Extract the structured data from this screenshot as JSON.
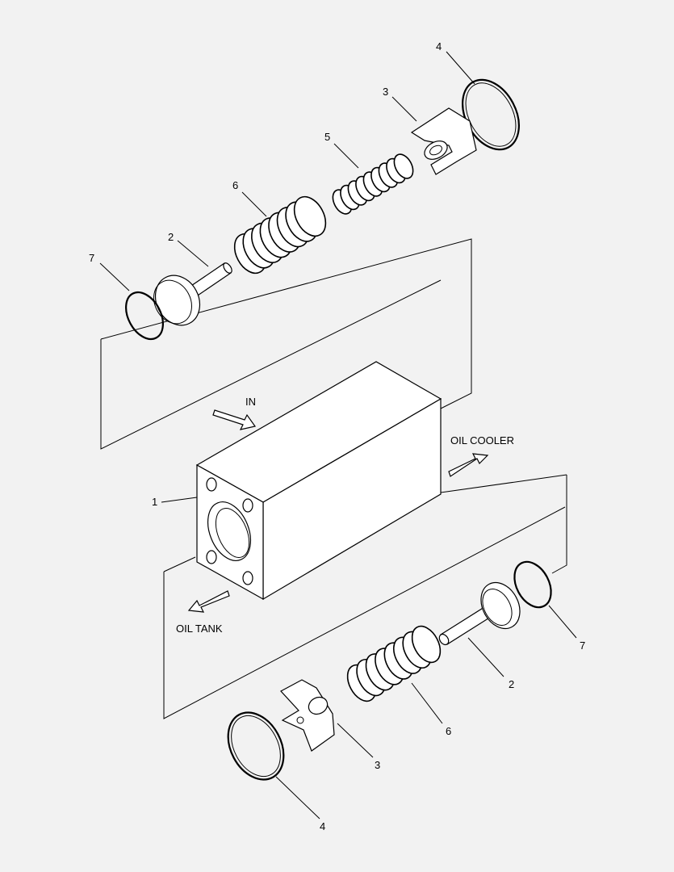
{
  "callouts": {
    "top_4": "4",
    "top_3": "3",
    "top_5": "5",
    "top_6": "6",
    "top_2": "2",
    "top_7": "7",
    "mid_1": "1",
    "bot_7": "7",
    "bot_2": "2",
    "bot_6": "6",
    "bot_3": "3",
    "bot_4": "4"
  },
  "flow_labels": {
    "in": "IN",
    "oil_cooler": "OIL COOLER",
    "oil_tank": "OIL TANK"
  },
  "colors": {
    "background": "#f2f2f2",
    "line": "#000000",
    "fill": "#ffffff"
  }
}
